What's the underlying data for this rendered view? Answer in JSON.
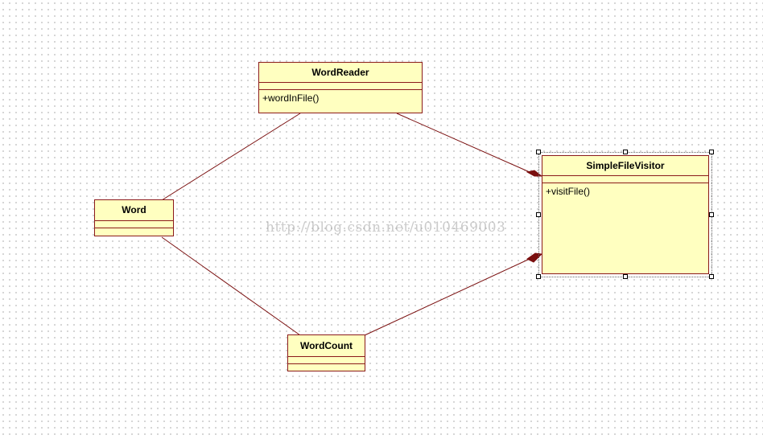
{
  "classes": {
    "word_reader": {
      "name": "WordReader",
      "operation": "+wordInFile()"
    },
    "word": {
      "name": "Word"
    },
    "word_count": {
      "name": "WordCount"
    },
    "simple_file_visitor": {
      "name": "SimpleFileVisitor",
      "operation": "+visitFile()"
    }
  },
  "watermark": "http://blog.csdn.net/u010469003",
  "colors": {
    "class_fill": "#ffffc0",
    "class_border": "#8b1a1a",
    "line": "#7a0f0f"
  }
}
